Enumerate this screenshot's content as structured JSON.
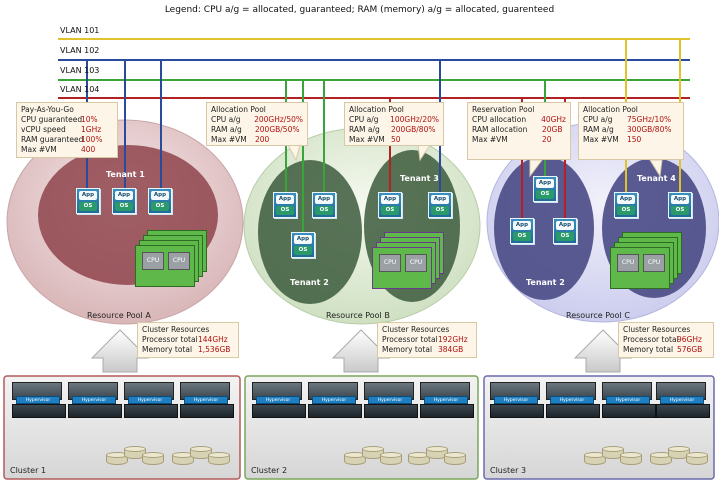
{
  "legend": "Legend: CPU a/g = allocated, guaranteed; RAM (memory) a/g = allocated, guarenteed",
  "vlans": [
    {
      "label": "VLAN  101",
      "color": "#e0c22a"
    },
    {
      "label": "VLAN  102",
      "color": "#2a4a9c"
    },
    {
      "label": "VLAN  103",
      "color": "#3aa33a"
    },
    {
      "label": "VLAN  104",
      "color": "#b22222"
    }
  ],
  "boxes": {
    "payg": {
      "title": "Pay-As-You-Go",
      "rows": [
        {
          "k": "CPU guaranteed",
          "v": "10%"
        },
        {
          "k": "vCPU speed",
          "v": "1GHz"
        },
        {
          "k": "RAM guaranteed",
          "v": "100%"
        },
        {
          "k": "Max #VM",
          "v": "400"
        }
      ]
    },
    "alloc_a": {
      "title": "Allocation Pool",
      "rows": [
        {
          "k": "CPU a/g",
          "v": "200GHz/50%"
        },
        {
          "k": "RAM a/g",
          "v": "200GB/50%"
        },
        {
          "k": "Max #VM",
          "v": "200"
        }
      ]
    },
    "alloc_b": {
      "title": "Allocation Pool",
      "rows": [
        {
          "k": "CPU a/g",
          "v": "100GHz/20%"
        },
        {
          "k": "RAM a/g",
          "v": "200GB/80%"
        },
        {
          "k": "Max #VM",
          "v": "50"
        }
      ]
    },
    "reservation": {
      "title": "Reservation Pool",
      "rows": [
        {
          "k": "CPU allocation",
          "v": "40GHz"
        },
        {
          "k": "RAM allocation",
          "v": "20GB"
        },
        {
          "k": "Max #VM",
          "v": "20"
        }
      ]
    },
    "alloc_c": {
      "title": "Allocation Pool",
      "rows": [
        {
          "k": "CPU a/g",
          "v": "75GHz/10%"
        },
        {
          "k": "RAM a/g",
          "v": "300GB/80%"
        },
        {
          "k": "Max #VM",
          "v": "150"
        }
      ]
    },
    "cluster1": {
      "title": "Cluster Resources",
      "rows": [
        {
          "k": "Processor total",
          "v": "144GHz"
        },
        {
          "k": "Memory total",
          "v": "1,536GB"
        }
      ]
    },
    "cluster2": {
      "title": "Cluster Resources",
      "rows": [
        {
          "k": "Processor total",
          "v": "192GHz"
        },
        {
          "k": "Memory total",
          "v": "384GB"
        }
      ]
    },
    "cluster3": {
      "title": "Cluster Resources",
      "rows": [
        {
          "k": "Processor total",
          "v": "96GHz"
        },
        {
          "k": "Memory total",
          "v": "576GB"
        }
      ]
    }
  },
  "tenants": {
    "t1": "Tenant 1",
    "t2a": "Tenant 2",
    "t3": "Tenant 3",
    "t2b": "Tenant 2",
    "t4": "Tenant 4"
  },
  "pools": {
    "a": "Resource Pool A",
    "b": "Resource Pool B",
    "c": "Resource Pool C"
  },
  "clusters": {
    "c1": "Cluster 1",
    "c2": "Cluster 2",
    "c3": "Cluster 3"
  },
  "vm_app": "App",
  "vm_os": "OS",
  "cpu_chip": "CPU",
  "hypervisor": "Hypervisor"
}
